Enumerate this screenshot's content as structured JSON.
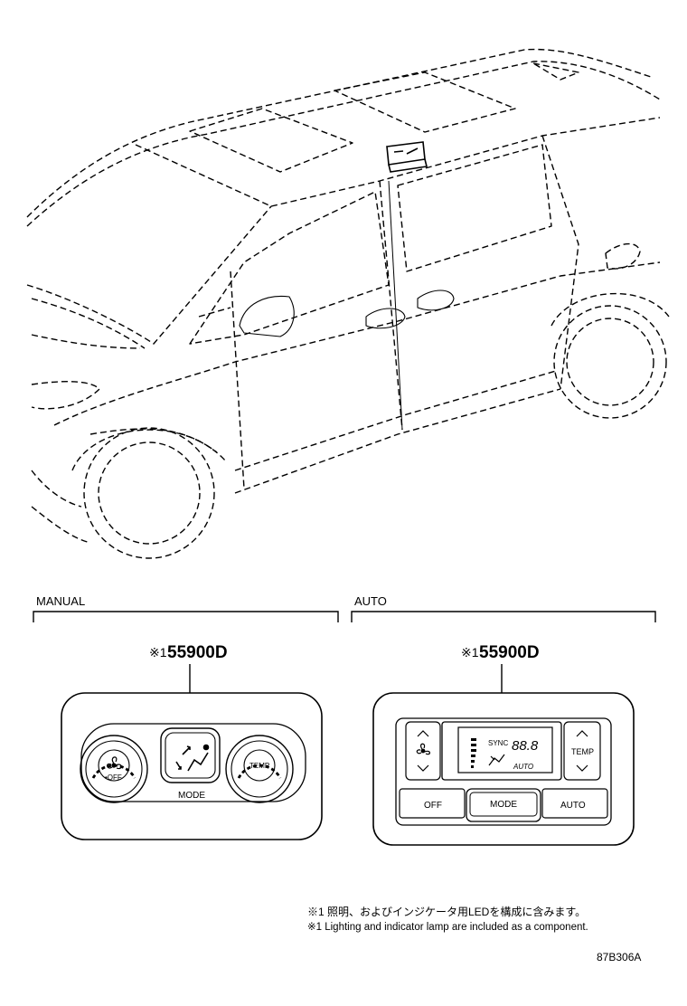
{
  "sections": {
    "manual": {
      "label": "MANUAL",
      "callout_mark": "※1",
      "part_number": "55900D",
      "panel": {
        "fan_off_label": "•OFF",
        "mode_label": "MODE",
        "temp_label": "TEMP"
      }
    },
    "auto": {
      "label": "AUTO",
      "callout_mark": "※1",
      "part_number": "55900D",
      "panel": {
        "temp_label": "TEMP",
        "sync_label": "SYNC",
        "temp_readout": "88.8",
        "auto_indicator": "AUTO",
        "off_button": "OFF",
        "mode_button": "MODE",
        "auto_button": "AUTO"
      }
    }
  },
  "notes": {
    "jp": "※1 照明、およびインジケータ用LEDを構成に含みます。",
    "en": "※1 Lighting and indicator lamp are included as a component."
  },
  "figure_id": "87B306A",
  "icons": [
    "fan-icon",
    "airflow-mode-icon",
    "chevron-up-icon",
    "chevron-down-icon",
    "temperature-arc-icon"
  ]
}
